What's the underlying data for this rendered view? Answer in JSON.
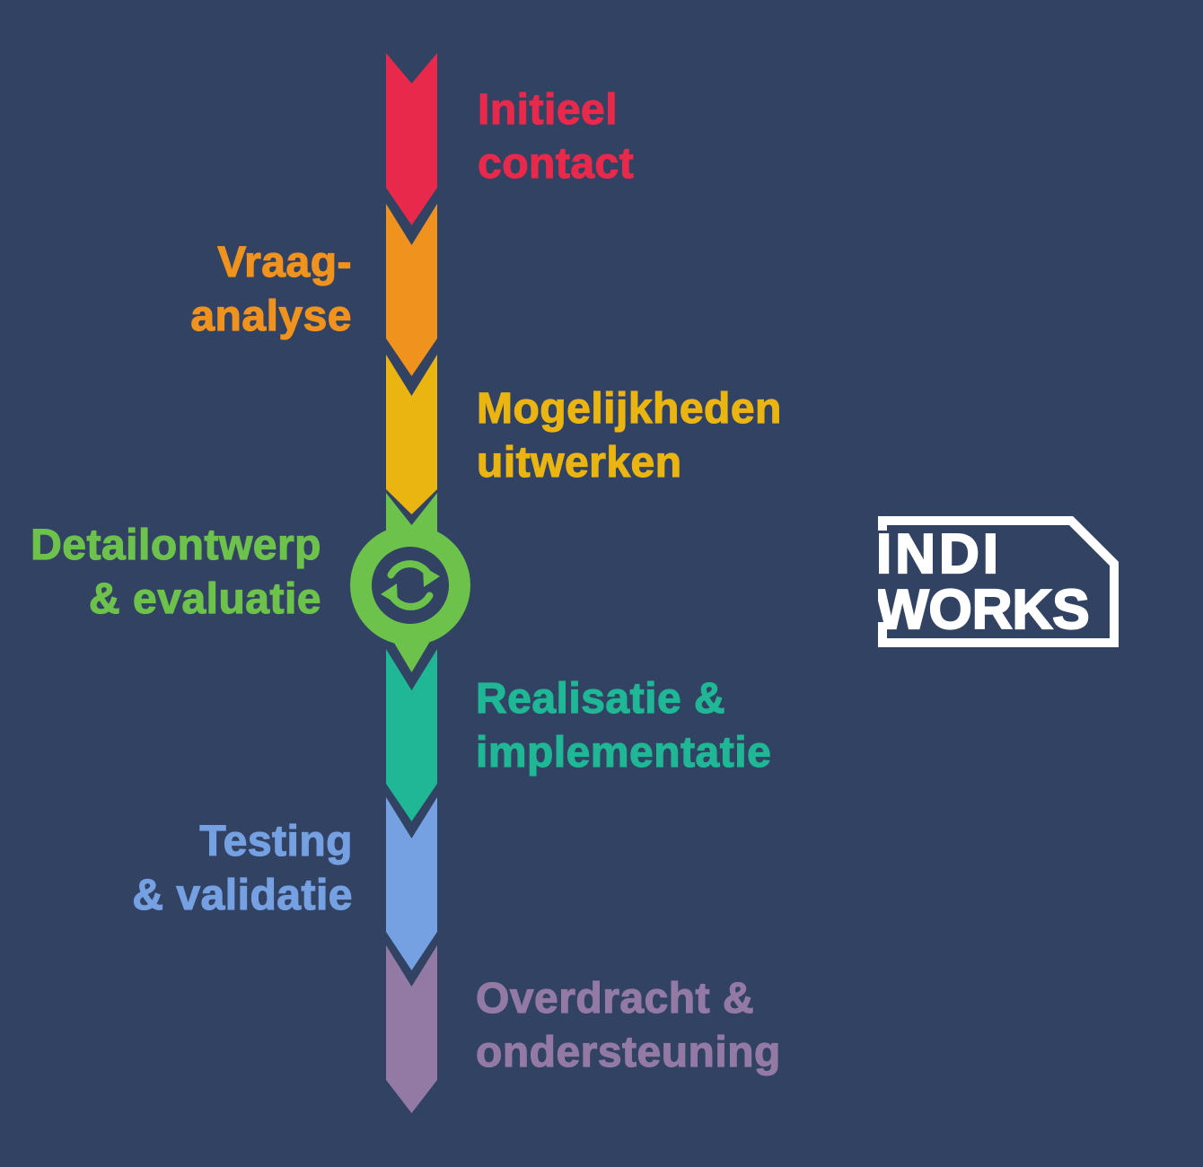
{
  "background_color": "#314262",
  "diagram_title": "process-flow-chevrons",
  "steps": [
    {
      "name": "initieel-contact",
      "label": [
        "Initieel",
        "contact"
      ],
      "color": "#E9294B"
    },
    {
      "name": "vraag-analyse",
      "label": [
        "Vraag-",
        "analyse"
      ],
      "color": "#F0921E"
    },
    {
      "name": "mogelijkheden-uitwerken",
      "label": [
        "Mogelijkheden",
        "uitwerken"
      ],
      "color": "#EAB511"
    },
    {
      "name": "detailontwerp-evaluatie",
      "label": [
        "Detailontwerp",
        "& evaluatie"
      ],
      "color": "#6CC24A",
      "icon": "cycle-refresh-icon"
    },
    {
      "name": "realisatie-implementatie",
      "label": [
        "Realisatie &",
        "implementatie"
      ],
      "color": "#1FB795"
    },
    {
      "name": "testing-validatie",
      "label": [
        "Testing",
        "& validatie"
      ],
      "color": "#75A0E2"
    },
    {
      "name": "overdracht-ondersteuning",
      "label": [
        "Overdracht &",
        "ondersteuning"
      ],
      "color": "#927AA4"
    }
  ],
  "logo": {
    "line1": "INDI",
    "line2": "WORKS",
    "color": "#FFFFFF"
  }
}
